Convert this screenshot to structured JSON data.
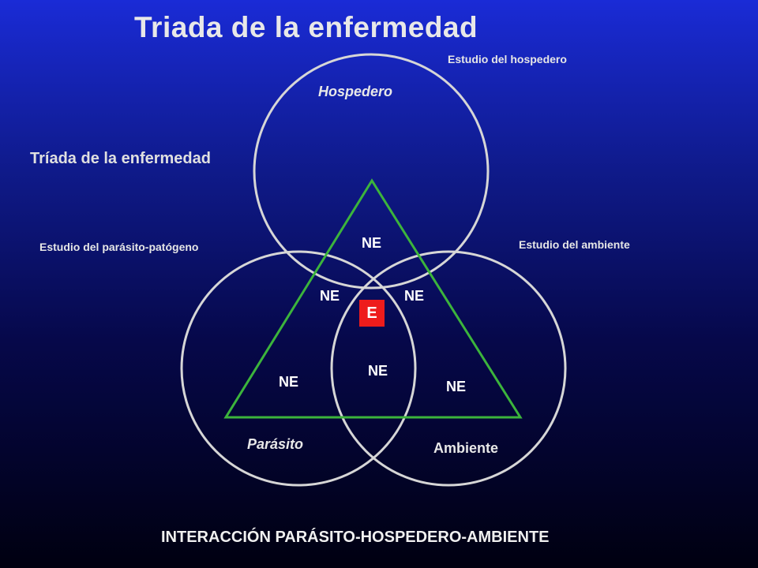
{
  "title": "Triada de la enfermedad",
  "subtitle": "Tríada de la enfermedad",
  "studies": {
    "host": "Estudio del hospedero",
    "parasite": "Estudio del parásito-patógeno",
    "environment": "Estudio del ambiente"
  },
  "circles": {
    "host": "Hospedero",
    "parasite": "Parásito",
    "environment": "Ambiente"
  },
  "regions": {
    "top": "NE",
    "left": "NE",
    "right": "NE",
    "bottom_left": "NE",
    "center_bottom": "NE",
    "bottom_right": "NE",
    "center": "E"
  },
  "footer": "INTERACCIÓN PARÁSITO-HOSPEDERO-AMBIENTE",
  "colors": {
    "circle_stroke": "#d6d6d6",
    "triangle_stroke": "#3cb43c",
    "center_box": "#ee1c1c"
  }
}
